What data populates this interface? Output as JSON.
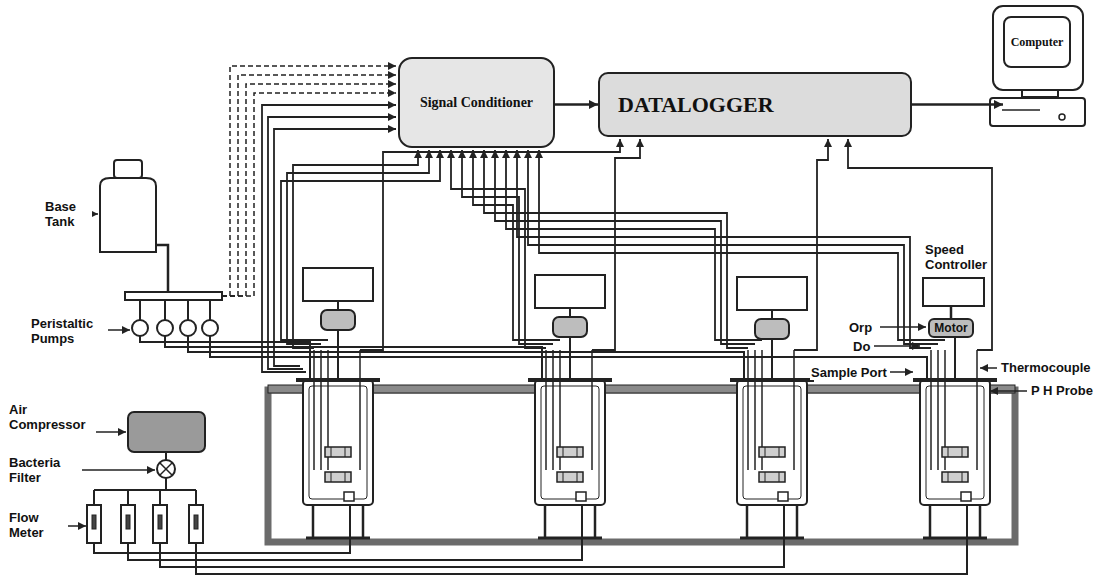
{
  "diagram": {
    "nodes": [
      {
        "text": [
          "Signal Conditioner"
        ]
      },
      {
        "text": [
          "DATALOGGER"
        ]
      },
      {
        "text": [
          "Computer"
        ]
      },
      {
        "text": [
          "Speed Controller"
        ]
      },
      {
        "text": [
          "Motor"
        ]
      }
    ],
    "edges": [
      {
        "from": 0,
        "to": 1,
        "arrow": "to"
      },
      {
        "from": 1,
        "to": 2,
        "arrow": "to"
      },
      {
        "from": 3,
        "to": 4,
        "arrow": "none"
      }
    ],
    "labels": [
      "Base Tank",
      "Peristaltic Pumps",
      "Air Compressor",
      "Bacteria Filter",
      "Flow Meter",
      "Orp",
      "Do",
      "Sample Port",
      "Thermocouple",
      "P H Probe"
    ]
  }
}
